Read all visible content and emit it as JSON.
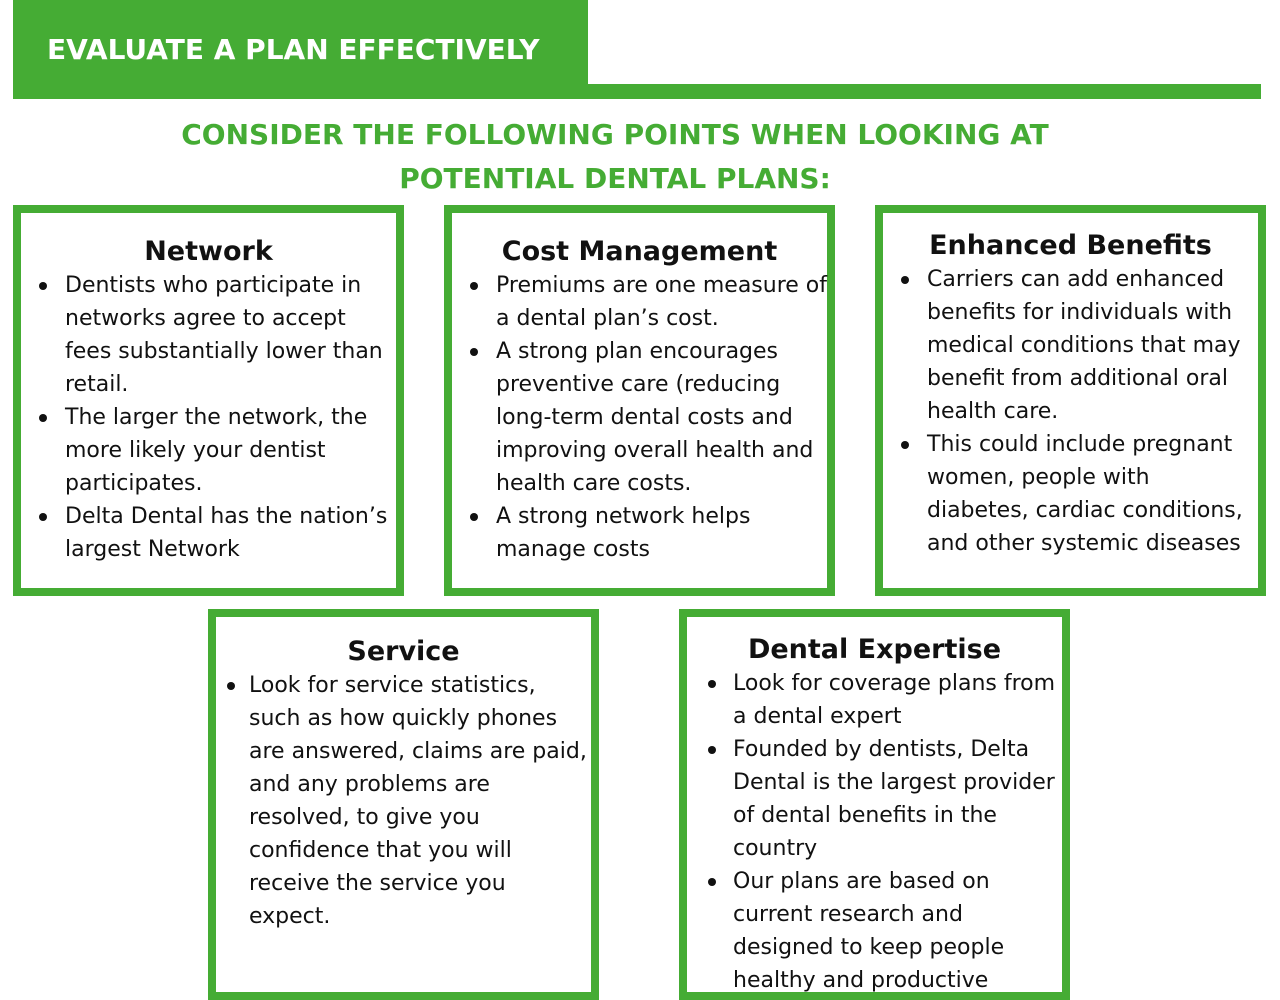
{
  "header": {
    "title": "EVALUATE A PLAN EFFECTIVELY"
  },
  "subtitle": {
    "line1": "CONSIDER THE FOLLOWING POINTS WHEN LOOKING AT",
    "line2": "POTENTIAL DENTAL PLANS:"
  },
  "colors": {
    "accent": "#45ac34",
    "text": "#111111",
    "background": "#ffffff"
  },
  "cards": {
    "network": {
      "title": "Network",
      "items": [
        "Dentists who participate in networks agree to accept fees substantially lower than retail.",
        "The larger the network, the more likely your dentist participates.",
        "Delta Dental has the nation’s largest Network"
      ]
    },
    "cost": {
      "title": "Cost Management",
      "items": [
        "Premiums are one measure of a dental plan’s cost.",
        "A strong plan encourages preventive care (reducing long-term dental costs and improving overall health and health care costs.",
        "A strong network helps manage costs"
      ]
    },
    "enhanced": {
      "title": "Enhanced Benefits",
      "items": [
        "Carriers can add enhanced benefits for individuals with medical conditions that may benefit from additional oral health care.",
        "This could include pregnant women, people with diabetes, cardiac conditions, and other systemic diseases"
      ]
    },
    "service": {
      "title": "Service",
      "items": [
        "Look for service statistics, such as how quickly phones are answered, claims are paid, and any problems are resolved, to give you confidence that you will receive the service you expect."
      ]
    },
    "expertise": {
      "title": "Dental Expertise",
      "items": [
        " Look for coverage plans from a dental expert",
        "Founded by dentists, Delta Dental is the largest provider of dental benefits in the country",
        "Our plans are based on current research and designed to keep people healthy and productive"
      ]
    }
  }
}
